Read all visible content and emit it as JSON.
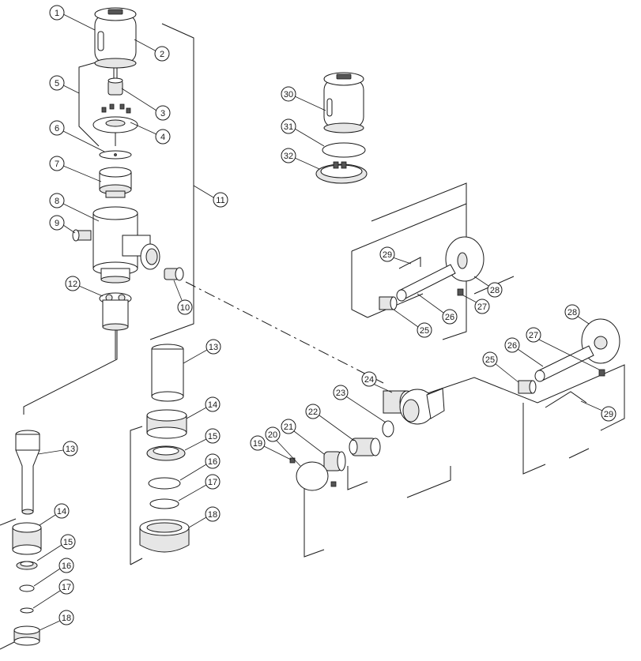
{
  "callouts": [
    {
      "id": "c1",
      "label": "1"
    },
    {
      "id": "c2",
      "label": "2"
    },
    {
      "id": "c3",
      "label": "3"
    },
    {
      "id": "c4",
      "label": "4"
    },
    {
      "id": "c5",
      "label": "5"
    },
    {
      "id": "c6",
      "label": "6"
    },
    {
      "id": "c7",
      "label": "7"
    },
    {
      "id": "c8",
      "label": "8"
    },
    {
      "id": "c9",
      "label": "9"
    },
    {
      "id": "c10",
      "label": "10"
    },
    {
      "id": "c11",
      "label": "11"
    },
    {
      "id": "c12",
      "label": "12"
    },
    {
      "id": "c13a",
      "label": "13"
    },
    {
      "id": "c14a",
      "label": "14"
    },
    {
      "id": "c15a",
      "label": "15"
    },
    {
      "id": "c16a",
      "label": "16"
    },
    {
      "id": "c17a",
      "label": "17"
    },
    {
      "id": "c18a",
      "label": "18"
    },
    {
      "id": "c13b",
      "label": "13"
    },
    {
      "id": "c14b",
      "label": "14"
    },
    {
      "id": "c15b",
      "label": "15"
    },
    {
      "id": "c16b",
      "label": "16"
    },
    {
      "id": "c17b",
      "label": "17"
    },
    {
      "id": "c18b",
      "label": "18"
    },
    {
      "id": "c19",
      "label": "19"
    },
    {
      "id": "c20",
      "label": "20"
    },
    {
      "id": "c21",
      "label": "21"
    },
    {
      "id": "c22",
      "label": "22"
    },
    {
      "id": "c23",
      "label": "23"
    },
    {
      "id": "c24",
      "label": "24"
    },
    {
      "id": "c25a",
      "label": "25"
    },
    {
      "id": "c26a",
      "label": "26"
    },
    {
      "id": "c27a",
      "label": "27"
    },
    {
      "id": "c28a",
      "label": "28"
    },
    {
      "id": "c29a",
      "label": "29"
    },
    {
      "id": "c25b",
      "label": "25"
    },
    {
      "id": "c26b",
      "label": "26"
    },
    {
      "id": "c27b",
      "label": "27"
    },
    {
      "id": "c28b",
      "label": "28"
    },
    {
      "id": "c29b",
      "label": "29"
    },
    {
      "id": "c30",
      "label": "30"
    },
    {
      "id": "c31",
      "label": "31"
    },
    {
      "id": "c32",
      "label": "32"
    }
  ]
}
